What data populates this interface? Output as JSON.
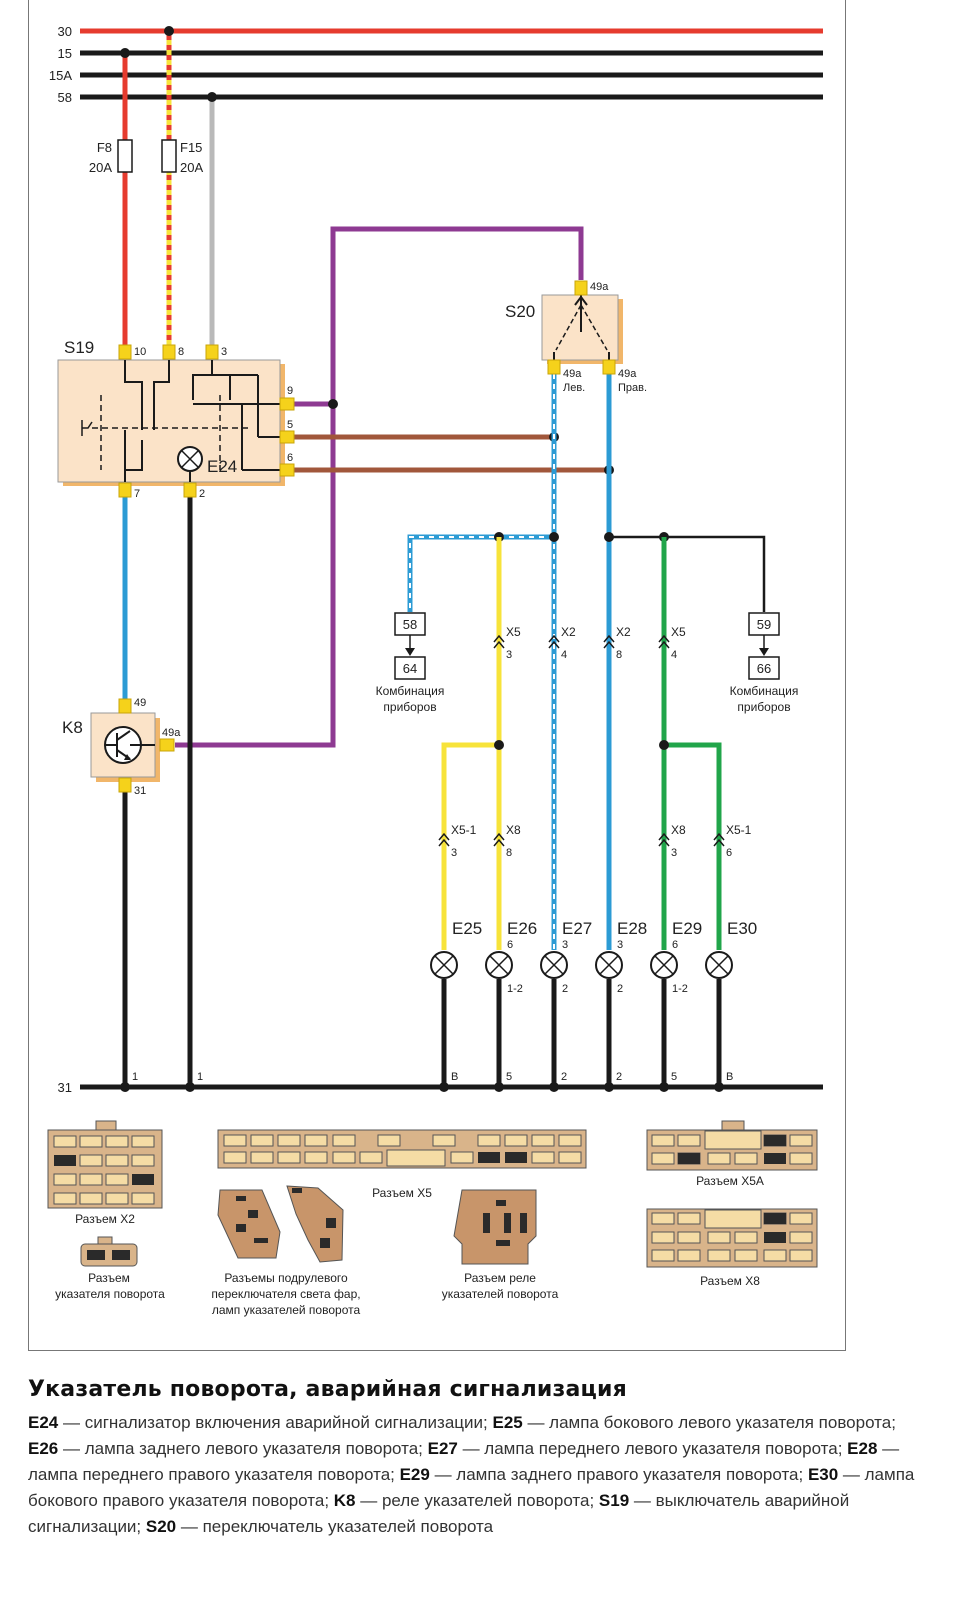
{
  "buses": [
    {
      "label": "30",
      "color": "#e63b2e"
    },
    {
      "label": "15",
      "color": "#1a1a1a"
    },
    {
      "label": "15A",
      "color": "#1a1a1a"
    },
    {
      "label": "58",
      "color": "#1a1a1a"
    }
  ],
  "ground_bus": {
    "label": "31"
  },
  "fuses": [
    {
      "name": "F8",
      "rating": "20A"
    },
    {
      "name": "F15",
      "rating": "20A"
    }
  ],
  "components": {
    "s19": {
      "label": "S19",
      "pins": {
        "p10": "10",
        "p8": "8",
        "p3": "3",
        "p9": "9",
        "p5": "5",
        "p6": "6",
        "p7": "7",
        "p2": "2"
      }
    },
    "e24": {
      "label": "E24"
    },
    "s20": {
      "label": "S20",
      "pins": {
        "top": "49a",
        "left": "49a",
        "left_sub": "Лев.",
        "right": "49a",
        "right_sub": "Прав."
      }
    },
    "k8": {
      "label": "K8",
      "pins": {
        "top": "49",
        "right": "49a",
        "bottom": "31"
      }
    }
  },
  "instrument_cluster": [
    {
      "from": "58",
      "to": "64",
      "label_1": "Комбинация",
      "label_2": "приборов"
    },
    {
      "from": "59",
      "to": "66",
      "label_1": "Комбинация",
      "label_2": "приборов"
    }
  ],
  "connectors_upper": [
    {
      "name": "X5",
      "pin": "3"
    },
    {
      "name": "X2",
      "pin": "4"
    },
    {
      "name": "X2",
      "pin": "8"
    },
    {
      "name": "X5",
      "pin": "4"
    }
  ],
  "connectors_lower": [
    {
      "name": "X5-1",
      "pin": "3"
    },
    {
      "name": "X8",
      "pin": "8"
    },
    {
      "name": "X8",
      "pin": "3"
    },
    {
      "name": "X5-1",
      "pin": "6"
    }
  ],
  "lamps": [
    {
      "label": "E25",
      "pin_top": "",
      "pin_bottom": "",
      "ground_pin": "B"
    },
    {
      "label": "E26",
      "pin_top": "6",
      "pin_bottom": "1-2",
      "ground_pin": "5"
    },
    {
      "label": "E27",
      "pin_top": "3",
      "pin_bottom": "2",
      "ground_pin": "2"
    },
    {
      "label": "E28",
      "pin_top": "3",
      "pin_bottom": "2",
      "ground_pin": "2"
    },
    {
      "label": "E29",
      "pin_top": "6",
      "pin_bottom": "1-2",
      "ground_pin": "5"
    },
    {
      "label": "E30",
      "pin_top": "",
      "pin_bottom": "",
      "ground_pin": "B"
    }
  ],
  "ground_pins_left": [
    "1",
    "1"
  ],
  "connector_drawings": {
    "x2": "Разъем X2",
    "x5": "Разъем X5",
    "x5a": "Разъем X5A",
    "x8": "Разъем X8",
    "turn_indicator": [
      "Разъем",
      "указателя поворота"
    ],
    "switches": [
      "Разъемы подрулевого",
      "переключателя света фар,",
      "ламп указателей поворота"
    ],
    "relay": [
      "Разъем реле",
      "указателей поворота"
    ]
  },
  "caption": {
    "title": "Указатель поворота, аварийная сигнализация",
    "legend": [
      {
        "code": "E24",
        "text": " — сигнализатор включения аварийной сигнализации; "
      },
      {
        "code": "E25",
        "text": " — лампа бокового левого указателя поворота; "
      },
      {
        "code": "E26",
        "text": " — лампа заднего левого указателя поворота; "
      },
      {
        "code": "E27",
        "text": " — лампа переднего левого указателя поворота; "
      },
      {
        "code": "E28",
        "text": " — лампа переднего правого указателя поворота; "
      },
      {
        "code": "E29",
        "text": " — лампа заднего правого указателя поворота; "
      },
      {
        "code": "E30",
        "text": " — лампа бокового правого указателя поворота; "
      },
      {
        "code": "K8",
        "text": " — реле указателей поворота; "
      },
      {
        "code": "S19",
        "text": " — выключатель аварийной сигнализации; "
      },
      {
        "code": "S20",
        "text": " — переключатель указателей поворота"
      }
    ]
  },
  "colors": {
    "red": "#e63b2e",
    "yellow": "#f7e33a",
    "grey": "#b9b9b9",
    "purple": "#8e3a92",
    "brown": "#a1573b",
    "blue": "#2c9bd4",
    "green": "#21a54a",
    "black": "#1a1a1a",
    "component_fill": "#fbe3c8",
    "component_shadow": "#f1b66a",
    "connector": "#f5d21b",
    "connector_body": "#d9b48a"
  }
}
